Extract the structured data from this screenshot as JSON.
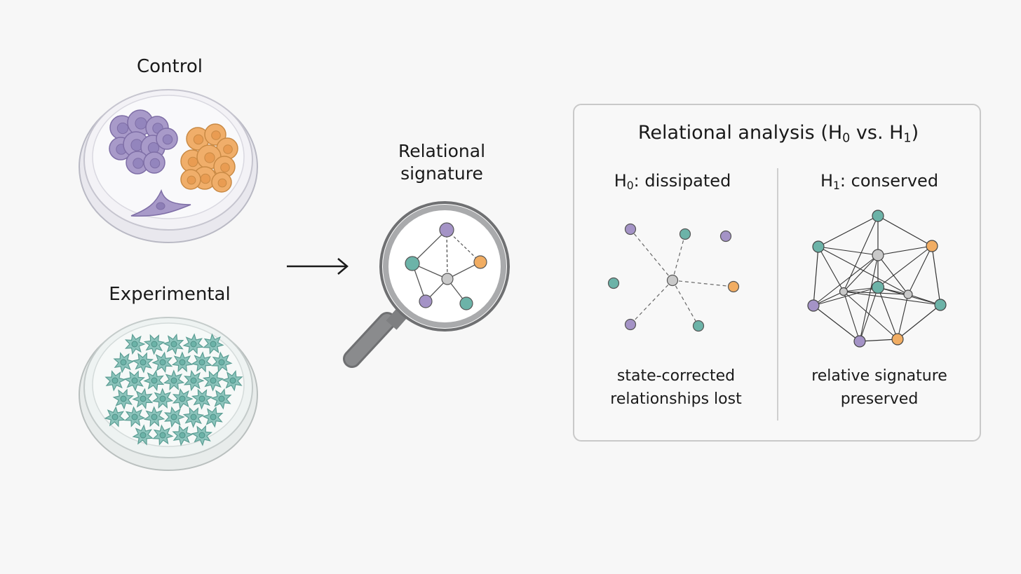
{
  "colors": {
    "purple": "#a493c6",
    "orange": "#f1ad63",
    "teal": "#6cb3a8",
    "gray_node": "#c9c9c9"
  },
  "left": {
    "control": {
      "title": "Control"
    },
    "experimental": {
      "title": "Experimental"
    }
  },
  "center": {
    "title_line1": "Relational",
    "title_line2": "signature"
  },
  "panel": {
    "title_prefix": "Relational analysis (H",
    "title_sub0": "0",
    "title_mid": " vs. H",
    "title_sub1": "1",
    "title_suffix": ")",
    "h0": {
      "prefix": "H",
      "sub": "0",
      "suffix": ": dissipated",
      "caption_line1": "state-corrected",
      "caption_line2": "relationships lost"
    },
    "h1": {
      "prefix": "H",
      "sub": "1",
      "suffix": ": conserved",
      "caption_line1": "relative signature",
      "caption_line2": "preserved"
    }
  }
}
